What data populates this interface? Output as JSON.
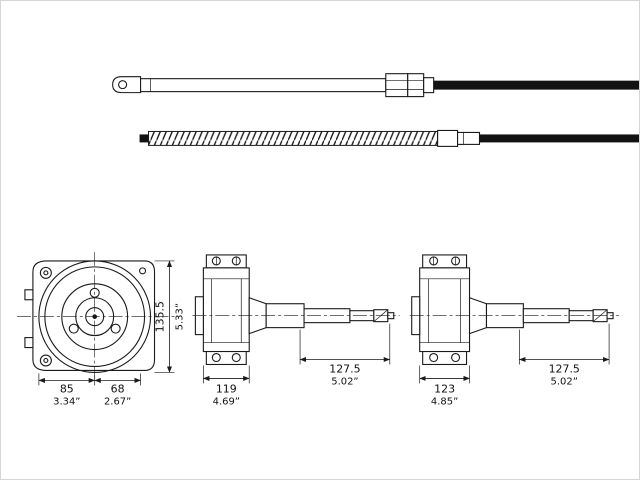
{
  "drawing": {
    "kind": "marine steering cable and helm technical drawing",
    "colors": {
      "line": "#1a1a1a",
      "background": "#ffffff",
      "cable_jacket": "#121212"
    }
  },
  "dims": {
    "front": {
      "w1_mm": "85",
      "w1_in": "3.34”",
      "w2_mm": "68",
      "w2_in": "2.67”",
      "h_mm": "135.5",
      "h_in": "5.33”"
    },
    "side1": {
      "body_mm": "119",
      "body_in": "4.69”",
      "shaft_mm": "127.5",
      "shaft_in": "5.02”"
    },
    "side2": {
      "body_mm": "123",
      "body_in": "4.85”",
      "shaft_mm": "127.5",
      "shaft_in": "5.02”"
    }
  }
}
